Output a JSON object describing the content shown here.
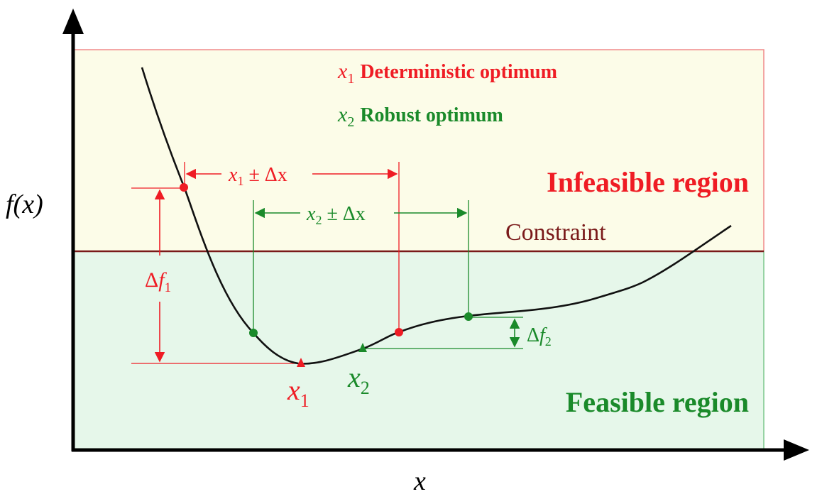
{
  "colors": {
    "infeasible_fill": "#fcfce8",
    "feasible_fill": "#e6f7ea",
    "infeasible_border": "#f08a8a",
    "feasible_border": "#7cc78c",
    "constraint": "#7a1a1a",
    "curve": "#111111",
    "red": "#ef1c24",
    "green": "#1a8a2a",
    "axis": "#000000"
  },
  "legend": {
    "x1_sym": "x",
    "x1_sub": "1",
    "x1_text": "Deterministic optimum",
    "x2_sym": "x",
    "x2_sub": "2",
    "x2_text": "Robust optimum"
  },
  "regions": {
    "infeasible": "Infeasible region",
    "feasible": "Feasible region"
  },
  "constraint_label": "Constraint",
  "axes": {
    "y_label": "f(x)",
    "x_label": "x"
  },
  "annotations": {
    "x1_range_sym": "x",
    "x1_range_sub": "1",
    "x1_range_rest": " ± Δx",
    "x2_range_sym": "x",
    "x2_range_sub": "2",
    "x2_range_rest": " ± Δx",
    "df1_delta": "Δ",
    "df1_sym": "f",
    "df1_sub": "1",
    "df2_delta": "Δ",
    "df2_sym": "f",
    "df2_sub": "2",
    "x1_marker_sym": "x",
    "x1_marker_sub": "1",
    "x2_marker_sym": "x",
    "x2_marker_sub": "2"
  }
}
